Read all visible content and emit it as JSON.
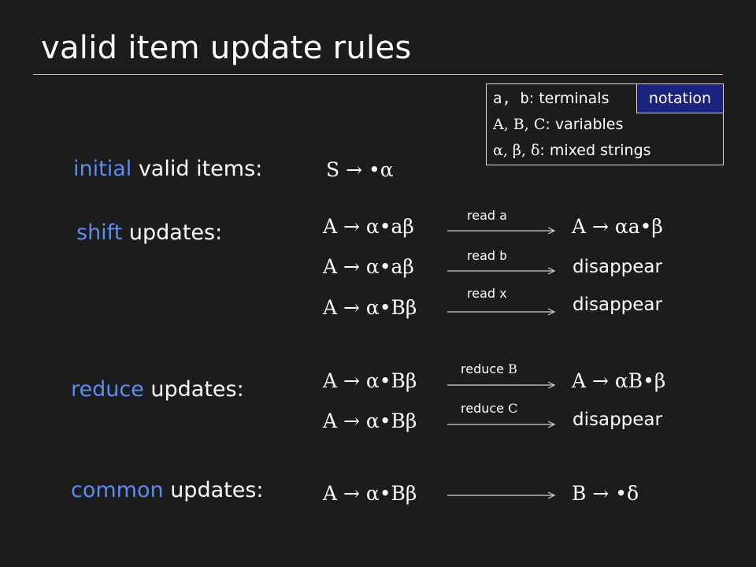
{
  "title": "valid item update rules",
  "notation": {
    "tag": "notation",
    "lines": [
      {
        "sym": "a, b",
        "text": ": terminals"
      },
      {
        "sym": "A, B, C",
        "text": ": variables"
      },
      {
        "sym": "α, β, δ",
        "text": ": mixed strings"
      }
    ]
  },
  "sections": {
    "initial": {
      "accent": "initial",
      "rest": " valid items:"
    },
    "shift": {
      "accent": "shift",
      "rest": " updates:"
    },
    "reduce": {
      "accent": "reduce",
      "rest": " updates:"
    },
    "common": {
      "accent": "common",
      "rest": " updates:"
    }
  },
  "initial_item": "S → •α",
  "shift_rules": [
    {
      "from": "A → α•aβ",
      "label_word": "read ",
      "label_sym": "a",
      "to": "A → αa•β",
      "to_is_rule": true
    },
    {
      "from": "A → α•aβ",
      "label_word": "read ",
      "label_sym": "b",
      "to": "disappear",
      "to_is_rule": false
    },
    {
      "from": "A → α•Bβ",
      "label_word": "read ",
      "label_sym": "x",
      "to": "disappear",
      "to_is_rule": false
    }
  ],
  "reduce_rules": [
    {
      "from": "A → α•Bβ",
      "label_word": "reduce ",
      "label_sym": "B",
      "to": "A → αB•β",
      "to_is_rule": true
    },
    {
      "from": "A → α•Bβ",
      "label_word": "reduce ",
      "label_sym": "C",
      "to": "disappear",
      "to_is_rule": false
    }
  ],
  "common_rule": {
    "from": "A → α•Bβ",
    "to": "B → •δ"
  },
  "colors": {
    "background": "#1c1c1c",
    "accent": "#5b8def",
    "notation_tag": "#1a237e",
    "text": "#ffffff"
  }
}
